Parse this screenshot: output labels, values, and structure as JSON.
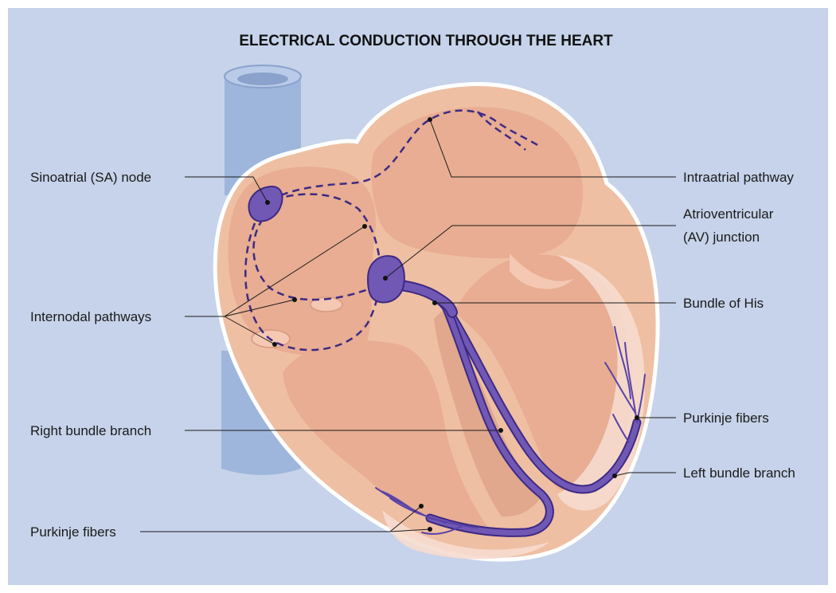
{
  "figure": {
    "title": "ELECTRICAL CONDUCTION THROUGH THE HEART",
    "colors": {
      "background": "#c6d3ea",
      "vessel": "#9fb6dc",
      "heart_outer": "#efbfa3",
      "heart_inner": "#e8ad92",
      "heart_shadow": "#d79a80",
      "endocardium": "#f6dccf",
      "conduction": "#7058b4",
      "conduction_dark": "#3d2a84"
    },
    "labels": {
      "sa_node": "Sinoatrial (SA) node",
      "internodal": "Internodal pathways",
      "right_bundle": "Right bundle branch",
      "purkinje_left_side": "Purkinje fibers",
      "intraatrial": "Intraatrial pathway",
      "av_junction_line1": "Atrioventricular",
      "av_junction_line2": "(AV) junction",
      "bundle_his": "Bundle of His",
      "purkinje_right_side": "Purkinje fibers",
      "left_bundle": "Left bundle branch"
    }
  }
}
